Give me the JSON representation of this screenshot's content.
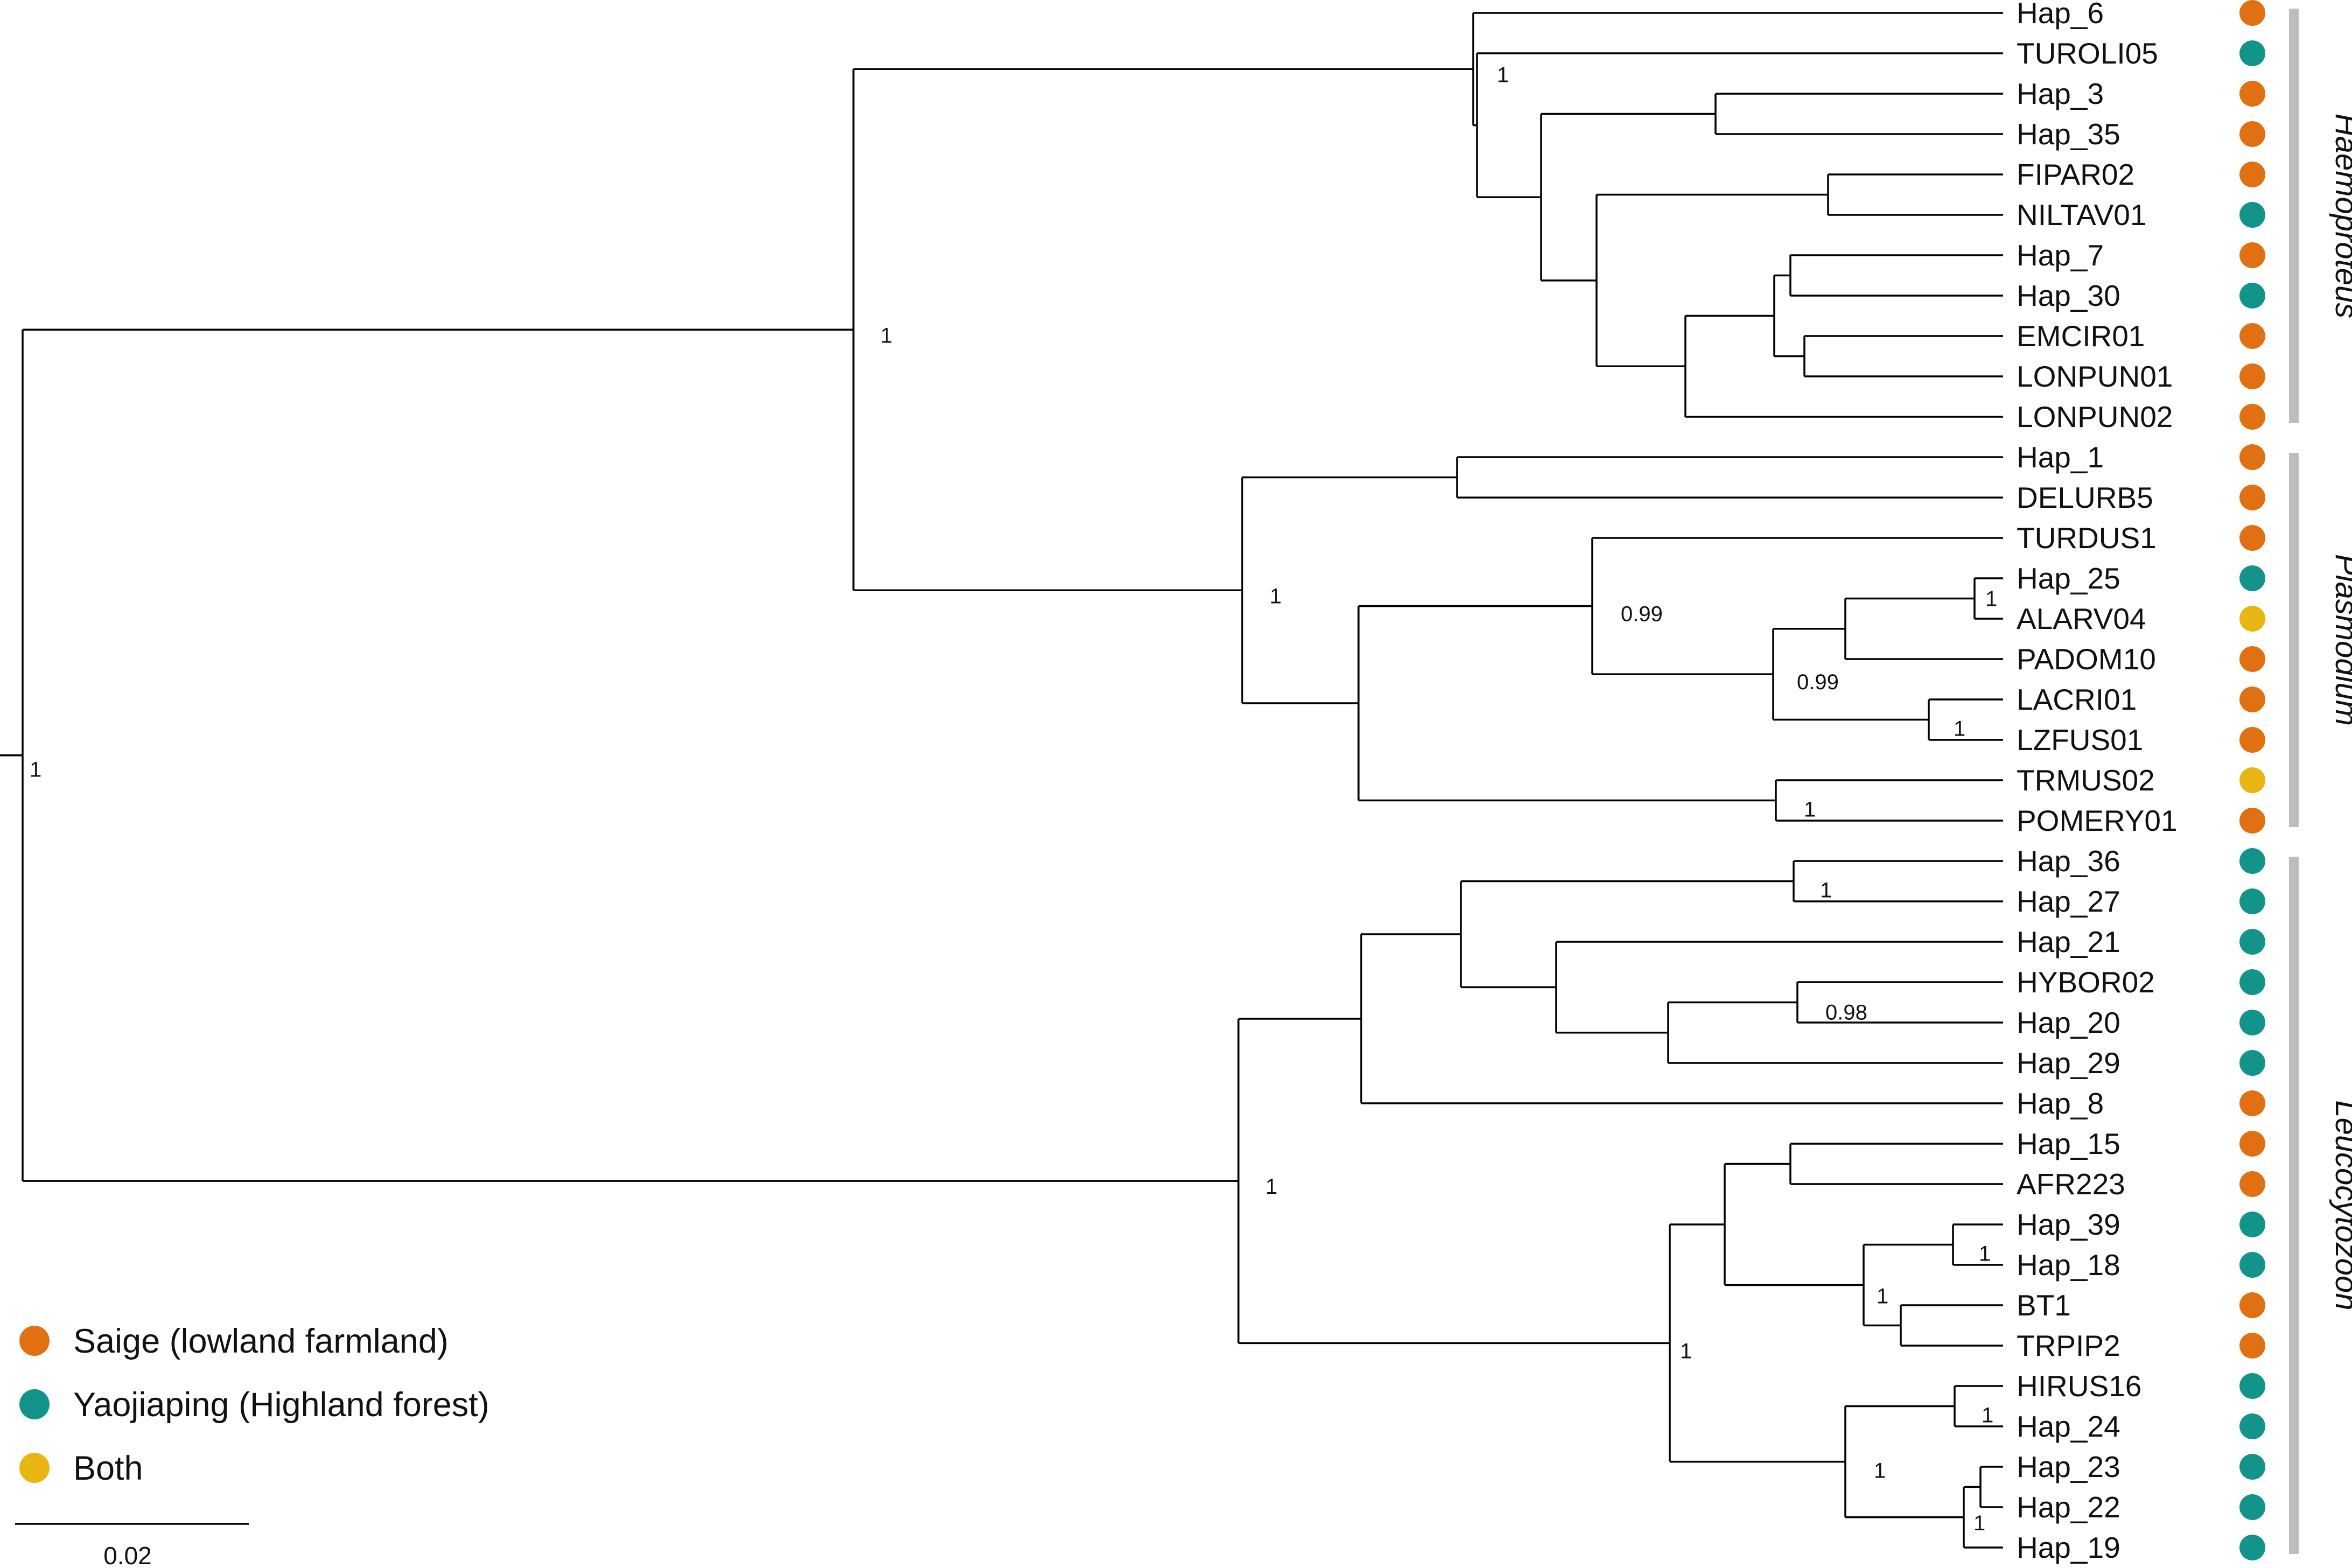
{
  "colors": {
    "saige": "#E07012",
    "yaojiaping": "#12948A",
    "both": "#E8B512",
    "clade_bar": "#BDBDBD"
  },
  "taxa": [
    {
      "name": "Hap_6",
      "site": "saige"
    },
    {
      "name": "TUROLI05",
      "site": "yaojiaping"
    },
    {
      "name": "Hap_3",
      "site": "saige"
    },
    {
      "name": "Hap_35",
      "site": "saige"
    },
    {
      "name": "FIPAR02",
      "site": "saige"
    },
    {
      "name": "NILTAV01",
      "site": "yaojiaping"
    },
    {
      "name": "Hap_7",
      "site": "saige"
    },
    {
      "name": "Hap_30",
      "site": "yaojiaping"
    },
    {
      "name": "EMCIR01",
      "site": "saige"
    },
    {
      "name": "LONPUN01",
      "site": "saige"
    },
    {
      "name": "LONPUN02",
      "site": "saige"
    },
    {
      "name": "Hap_1",
      "site": "saige"
    },
    {
      "name": "DELURB5",
      "site": "saige"
    },
    {
      "name": "TURDUS1",
      "site": "saige"
    },
    {
      "name": "Hap_25",
      "site": "yaojiaping"
    },
    {
      "name": "ALARV04",
      "site": "both"
    },
    {
      "name": "PADOM10",
      "site": "saige"
    },
    {
      "name": "LACRI01",
      "site": "saige"
    },
    {
      "name": "LZFUS01",
      "site": "saige"
    },
    {
      "name": "TRMUS02",
      "site": "both"
    },
    {
      "name": "POMERY01",
      "site": "saige"
    },
    {
      "name": "Hap_36",
      "site": "yaojiaping"
    },
    {
      "name": "Hap_27",
      "site": "yaojiaping"
    },
    {
      "name": "Hap_21",
      "site": "yaojiaping"
    },
    {
      "name": "HYBOR02",
      "site": "yaojiaping"
    },
    {
      "name": "Hap_20",
      "site": "yaojiaping"
    },
    {
      "name": "Hap_29",
      "site": "yaojiaping"
    },
    {
      "name": "Hap_8",
      "site": "saige"
    },
    {
      "name": "Hap_15",
      "site": "saige"
    },
    {
      "name": "AFR223",
      "site": "saige"
    },
    {
      "name": "Hap_39",
      "site": "yaojiaping"
    },
    {
      "name": "Hap_18",
      "site": "yaojiaping"
    },
    {
      "name": "BT1",
      "site": "saige"
    },
    {
      "name": "TRPIP2",
      "site": "saige"
    },
    {
      "name": "HIRUS16",
      "site": "yaojiaping"
    },
    {
      "name": "Hap_24",
      "site": "yaojiaping"
    },
    {
      "name": "Hap_23",
      "site": "yaojiaping"
    },
    {
      "name": "Hap_22",
      "site": "yaojiaping"
    },
    {
      "name": "Hap_19",
      "site": "yaojiaping"
    }
  ],
  "tree": {
    "id": "root",
    "support": "1",
    "children": [
      {
        "id": "parasites_hp",
        "support": "1",
        "children": [
          {
            "id": "haemoproteus",
            "support": "1",
            "children": [
              {
                "leaf": "Hap_6"
              },
              {
                "id": "h_a",
                "children": [
                  {
                    "leaf": "TUROLI05"
                  },
                  {
                    "id": "h_b",
                    "children": [
                      {
                        "id": "h_c",
                        "children": [
                          {
                            "leaf": "Hap_3"
                          },
                          {
                            "leaf": "Hap_35"
                          }
                        ]
                      },
                      {
                        "id": "h_d",
                        "children": [
                          {
                            "id": "h_e",
                            "children": [
                              {
                                "leaf": "FIPAR02"
                              },
                              {
                                "leaf": "NILTAV01"
                              }
                            ]
                          },
                          {
                            "id": "h_f",
                            "children": [
                              {
                                "id": "h_g",
                                "children": [
                                  {
                                    "id": "h_h",
                                    "children": [
                                      {
                                        "leaf": "Hap_7"
                                      },
                                      {
                                        "leaf": "Hap_30"
                                      }
                                    ]
                                  },
                                  {
                                    "id": "h_i",
                                    "children": [
                                      {
                                        "leaf": "EMCIR01"
                                      },
                                      {
                                        "leaf": "LONPUN01"
                                      }
                                    ]
                                  }
                                ]
                              },
                              {
                                "leaf": "LONPUN02"
                              }
                            ]
                          }
                        ]
                      }
                    ]
                  }
                ]
              }
            ]
          },
          {
            "id": "plasmodium",
            "support": "1",
            "children": [
              {
                "id": "p_a",
                "children": [
                  {
                    "leaf": "Hap_1"
                  },
                  {
                    "leaf": "DELURB5"
                  }
                ]
              },
              {
                "id": "p_b",
                "children": [
                  {
                    "id": "p_c",
                    "support": "0.99",
                    "children": [
                      {
                        "leaf": "TURDUS1"
                      },
                      {
                        "id": "p_d",
                        "support": "0.99",
                        "children": [
                          {
                            "id": "p_e",
                            "children": [
                              {
                                "id": "p_f",
                                "support": "1",
                                "children": [
                                  {
                                    "leaf": "Hap_25"
                                  },
                                  {
                                    "leaf": "ALARV04"
                                  }
                                ]
                              },
                              {
                                "leaf": "PADOM10"
                              }
                            ]
                          },
                          {
                            "id": "p_g",
                            "support": "1",
                            "children": [
                              {
                                "leaf": "LACRI01"
                              },
                              {
                                "leaf": "LZFUS01"
                              }
                            ]
                          }
                        ]
                      }
                    ]
                  },
                  {
                    "id": "p_h",
                    "support": "1",
                    "children": [
                      {
                        "leaf": "TRMUS02"
                      },
                      {
                        "leaf": "POMERY01"
                      }
                    ]
                  }
                ]
              }
            ]
          }
        ]
      },
      {
        "id": "leucocytozoon",
        "support": "1",
        "children": [
          {
            "id": "l_a",
            "children": [
              {
                "id": "l_b",
                "children": [
                  {
                    "id": "l_c",
                    "support": "1",
                    "children": [
                      {
                        "leaf": "Hap_36"
                      },
                      {
                        "leaf": "Hap_27"
                      }
                    ]
                  },
                  {
                    "id": "l_d",
                    "children": [
                      {
                        "leaf": "Hap_21"
                      },
                      {
                        "id": "l_e",
                        "children": [
                          {
                            "id": "l_f",
                            "support": "0.98",
                            "children": [
                              {
                                "leaf": "HYBOR02"
                              },
                              {
                                "leaf": "Hap_20"
                              }
                            ]
                          },
                          {
                            "leaf": "Hap_29"
                          }
                        ]
                      }
                    ]
                  }
                ]
              },
              {
                "leaf": "Hap_8"
              }
            ]
          },
          {
            "id": "l_g",
            "support": "1",
            "children": [
              {
                "id": "l_h",
                "children": [
                  {
                    "id": "l_i",
                    "children": [
                      {
                        "leaf": "Hap_15"
                      },
                      {
                        "leaf": "AFR223"
                      }
                    ]
                  },
                  {
                    "id": "l_j",
                    "support": "1",
                    "children": [
                      {
                        "id": "l_k",
                        "support": "1",
                        "children": [
                          {
                            "leaf": "Hap_39"
                          },
                          {
                            "leaf": "Hap_18"
                          }
                        ]
                      },
                      {
                        "id": "l_l",
                        "children": [
                          {
                            "leaf": "BT1"
                          },
                          {
                            "leaf": "TRPIP2"
                          }
                        ]
                      }
                    ]
                  }
                ]
              },
              {
                "id": "l_m",
                "support": "1",
                "children": [
                  {
                    "id": "l_n",
                    "support": "1",
                    "children": [
                      {
                        "leaf": "HIRUS16"
                      },
                      {
                        "leaf": "Hap_24"
                      }
                    ]
                  },
                  {
                    "id": "l_o",
                    "support": "1",
                    "children": [
                      {
                        "id": "l_p",
                        "children": [
                          {
                            "leaf": "Hap_23"
                          },
                          {
                            "leaf": "Hap_22"
                          }
                        ]
                      },
                      {
                        "leaf": "Hap_19"
                      }
                    ]
                  }
                ]
              }
            ]
          }
        ]
      }
    ]
  },
  "clades": [
    {
      "name": "Haemoproteus",
      "first": "Hap_6",
      "last": "LONPUN02"
    },
    {
      "name": "Plasmodium",
      "first": "Hap_1",
      "last": "POMERY01"
    },
    {
      "name": "Leucocytozoon",
      "first": "Hap_36",
      "last": "Hap_19"
    }
  ],
  "legend": [
    {
      "label": "Saige (lowland farmland)",
      "site": "saige"
    },
    {
      "label": "Yaojiaping (Highland forest)",
      "site": "yaojiaping"
    },
    {
      "label": "Both",
      "site": "both"
    }
  ],
  "scale_bar": {
    "label": "0.02"
  }
}
